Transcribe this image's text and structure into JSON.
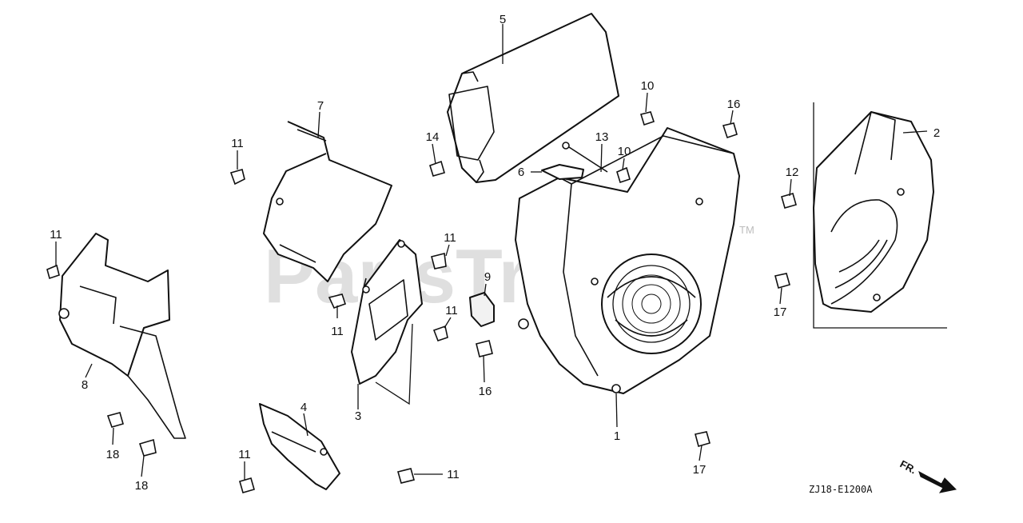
{
  "watermark": {
    "text": "PartsTree",
    "trademark": "TM"
  },
  "callouts": [
    {
      "id": "c1",
      "label": "1"
    },
    {
      "id": "c2",
      "label": "2"
    },
    {
      "id": "c3",
      "label": "3"
    },
    {
      "id": "c4",
      "label": "4"
    },
    {
      "id": "c5",
      "label": "5"
    },
    {
      "id": "c6",
      "label": "6"
    },
    {
      "id": "c7",
      "label": "7"
    },
    {
      "id": "c8",
      "label": "8"
    },
    {
      "id": "c9",
      "label": "9"
    },
    {
      "id": "c10a",
      "label": "10"
    },
    {
      "id": "c10b",
      "label": "10"
    },
    {
      "id": "c11a",
      "label": "11"
    },
    {
      "id": "c11b",
      "label": "11"
    },
    {
      "id": "c11c",
      "label": "11"
    },
    {
      "id": "c11d",
      "label": "11"
    },
    {
      "id": "c11e",
      "label": "11"
    },
    {
      "id": "c11f",
      "label": "11"
    },
    {
      "id": "c11g",
      "label": "11"
    },
    {
      "id": "c12",
      "label": "12"
    },
    {
      "id": "c13",
      "label": "13"
    },
    {
      "id": "c14",
      "label": "14"
    },
    {
      "id": "c16a",
      "label": "16"
    },
    {
      "id": "c16b",
      "label": "16"
    },
    {
      "id": "c17a",
      "label": "17"
    },
    {
      "id": "c17b",
      "label": "17"
    },
    {
      "id": "c18a",
      "label": "18"
    },
    {
      "id": "c18b",
      "label": "18"
    }
  ],
  "diagram_code": "ZJ18-E1200A",
  "direction_label": "FR."
}
